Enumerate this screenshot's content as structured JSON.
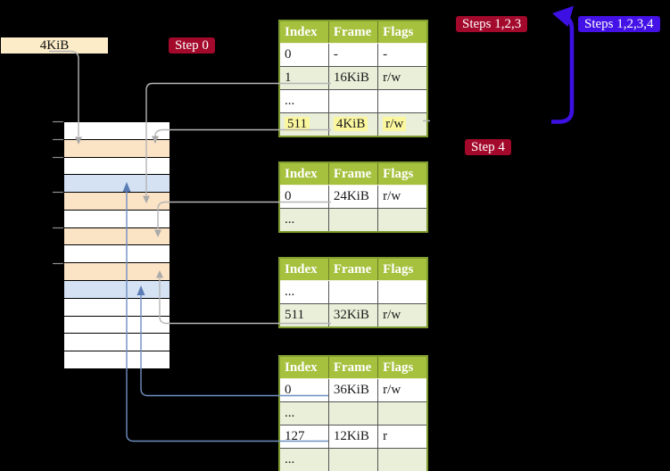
{
  "diagram": "4-level page table translation example",
  "labels": {
    "frame_box": "4KiB",
    "step0": "Step 0",
    "steps123": "Steps 1,2,3",
    "steps1234": "Steps 1,2,3,4",
    "step4": "Step 4"
  },
  "colors": {
    "background": "#000000",
    "table_header_green": "#a6c13e",
    "table_border_olive": "#7f9c30",
    "table_row_shaded_green": "#e9efd9",
    "table_row_white": "#ffffff",
    "highlight_yellow": "#fbf79f",
    "memory_page_table_peach": "#fbe3c5",
    "memory_mapped_page_blue": "#d4e2f4",
    "memory_empty_white": "#ffffff",
    "frame_box_cream": "#fcecc8",
    "badge_red": "#a3092b",
    "badge_blue_violet": "#4412e6",
    "arrow_gray": "#b5b5b5",
    "arrow_steel_blue": "#6f8fc2",
    "arrow_big_blue": "#3c10e2"
  },
  "memory": {
    "rows": [
      {
        "kind": "empty"
      },
      {
        "kind": "page-table"
      },
      {
        "kind": "empty"
      },
      {
        "kind": "mapped-page"
      },
      {
        "kind": "page-table"
      },
      {
        "kind": "empty"
      },
      {
        "kind": "page-table"
      },
      {
        "kind": "empty"
      },
      {
        "kind": "page-table"
      },
      {
        "kind": "mapped-page"
      },
      {
        "kind": "empty"
      },
      {
        "kind": "empty"
      },
      {
        "kind": "empty"
      },
      {
        "kind": "empty"
      }
    ]
  },
  "tables": [
    {
      "id": "page-table-top",
      "headers": [
        "Index",
        "Frame",
        "Flags"
      ],
      "rows": [
        {
          "cells": [
            "0",
            "-",
            "-"
          ],
          "shaded": false,
          "highlighted": false
        },
        {
          "cells": [
            "1",
            "16KiB",
            "r/w"
          ],
          "shaded": true,
          "highlighted": false
        },
        {
          "cells": [
            "...",
            "",
            ""
          ],
          "shaded": false,
          "highlighted": false
        },
        {
          "cells": [
            "511",
            "4KiB",
            "r/w"
          ],
          "shaded": true,
          "highlighted": true
        }
      ]
    },
    {
      "id": "page-table-second",
      "headers": [
        "Index",
        "Frame",
        "Flags"
      ],
      "rows": [
        {
          "cells": [
            "0",
            "24KiB",
            "r/w"
          ],
          "shaded": false,
          "highlighted": false
        },
        {
          "cells": [
            "...",
            "",
            ""
          ],
          "shaded": true,
          "highlighted": false
        }
      ]
    },
    {
      "id": "page-table-third",
      "headers": [
        "Index",
        "Frame",
        "Flags"
      ],
      "rows": [
        {
          "cells": [
            "...",
            "",
            ""
          ],
          "shaded": false,
          "highlighted": false
        },
        {
          "cells": [
            "511",
            "32KiB",
            "r/w"
          ],
          "shaded": true,
          "highlighted": false
        }
      ]
    },
    {
      "id": "page-table-bottom",
      "headers": [
        "Index",
        "Frame",
        "Flags"
      ],
      "rows": [
        {
          "cells": [
            "0",
            "36KiB",
            "r/w"
          ],
          "shaded": false,
          "highlighted": false
        },
        {
          "cells": [
            "...",
            "",
            ""
          ],
          "shaded": true,
          "highlighted": false
        },
        {
          "cells": [
            "127",
            "12KiB",
            "r"
          ],
          "shaded": false,
          "highlighted": false
        },
        {
          "cells": [
            "...",
            "",
            ""
          ],
          "shaded": true,
          "highlighted": false
        }
      ]
    }
  ]
}
